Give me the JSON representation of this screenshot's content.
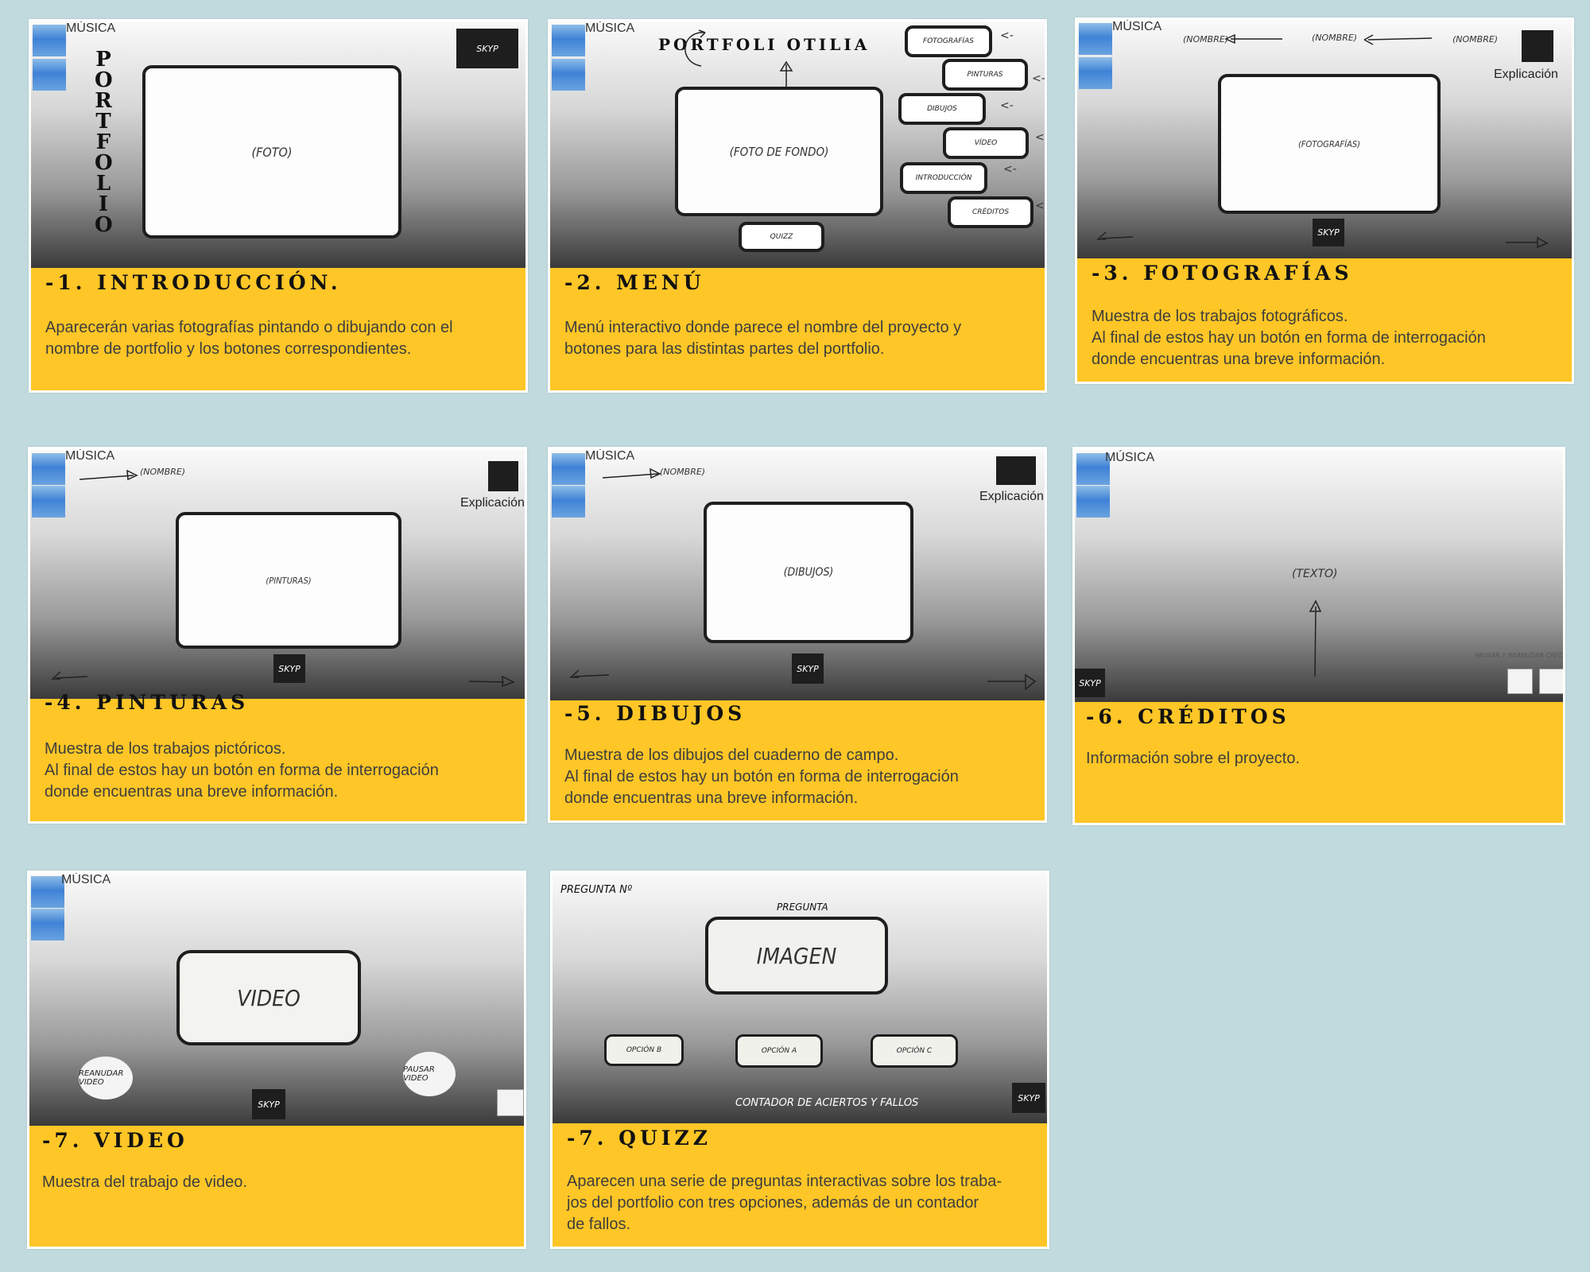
{
  "musica_label": "MÚSICA",
  "explicacion_label": "Explicación",
  "skip_label": "SKYP",
  "slide1": {
    "vertical_title": "PORTFOLIO",
    "frame_label": "(FOTO)",
    "caption_title": "-1. INTRODUCCIÓN.",
    "caption_text": "Aparecerán varias fotografías pintando o dibujando con el\nnombre de portfolio y los botones correspondientes."
  },
  "slide2": {
    "title": "PORTFOLI OTILIA",
    "frame_label": "(FOTO DE FONDO)",
    "quiz_label": "QUIZZ",
    "menu_items": [
      "FOTOGRAFÍAS",
      "PINTURAS",
      "DIBUJOS",
      "VÍDEO",
      "INTRODUCCIÓN",
      "CRÉDITOS"
    ],
    "arrow_mark": "<-",
    "caption_title": "-2. MENÚ",
    "caption_text": "Menú interactivo donde parece el nombre del proyecto y\nbotones para las distintas partes del portfolio."
  },
  "slide3": {
    "names": [
      "(NOMBRE)",
      "(NOMBRE)",
      "(NOMBRE)"
    ],
    "frame_label": "(FOTOGRAFÍAS)",
    "caption_title": "-3. FOTOGRAFÍAS",
    "caption_text": "Muestra de los trabajos fotográficos.\nAl final de estos hay un botón en forma de interrogación\ndonde encuentras una breve información."
  },
  "slide4": {
    "name": "(NOMBRE)",
    "frame_label": "(PINTURAS)",
    "caption_title": "-4. PINTURAS",
    "caption_text": "Muestra de los trabajos pictóricos.\nAl final de estos hay un botón en forma de interrogación\ndonde encuentras una breve información."
  },
  "slide5": {
    "name": "(NOMBRE)",
    "frame_label": "(DIBUJOS)",
    "caption_title": "-5. DIBUJOS",
    "caption_text": "Muestra de los dibujos del cuaderno de campo.\nAl final de estos hay un botón en forma de interrogación\ndonde encuentras una breve información."
  },
  "slide6": {
    "text_label": "(TEXTO)",
    "pause_label": "PAUSAR Y REANUDAR CRÉDITO",
    "caption_title": "-6. CRÉDITOS",
    "caption_text": "Información sobre el proyecto."
  },
  "slide7": {
    "frame_label": "VIDEO",
    "resume_label": "REANUDAR VIDEO",
    "pause_label": "PAUSAR VIDEO",
    "caption_title": "-7. VIDEO",
    "caption_text": "Muestra del trabajo de video."
  },
  "slide8": {
    "question_number": "PREGUNTA Nº",
    "question_label": "PREGUNTA",
    "image_label": "IMAGEN",
    "options": [
      "OPCIÓN B",
      "OPCIÓN A",
      "OPCIÓN C"
    ],
    "counter_label": "CONTADOR DE ACIERTOS Y FALLOS",
    "caption_title": "-7. QUIZZ",
    "caption_text": "Aparecen una serie de preguntas interactivas sobre los traba-\njos del portfolio con tres opciones, además de un contador\nde fallos."
  }
}
